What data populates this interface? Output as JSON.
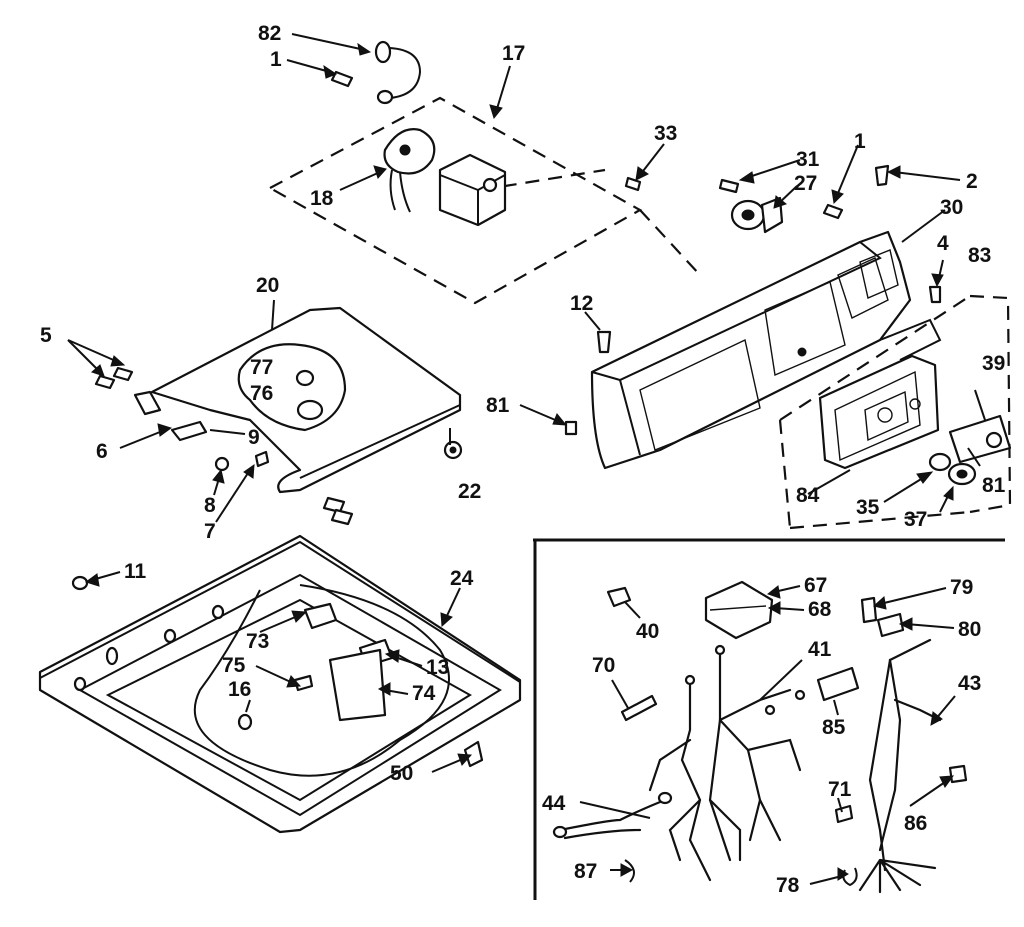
{
  "labels": {
    "l82": "82",
    "l1a": "1",
    "l17": "17",
    "l33": "33",
    "l18": "18",
    "l31": "31",
    "l27": "27",
    "l1b": "1",
    "l2": "2",
    "l30": "30",
    "l4": "4",
    "l83": "83",
    "l12": "12",
    "l39": "39",
    "l81a": "81",
    "l81b": "81",
    "l20": "20",
    "l5": "5",
    "l77": "77",
    "l76": "76",
    "l6": "6",
    "l9": "9",
    "l8": "8",
    "l7": "7",
    "l22": "22",
    "l84": "84",
    "l35": "35",
    "l37": "37",
    "l11": "11",
    "l24": "24",
    "l73": "73",
    "l13": "13",
    "l75": "75",
    "l74": "74",
    "l16": "16",
    "l50": "50",
    "l67": "67",
    "l68": "68",
    "l40": "40",
    "l79": "79",
    "l80": "80",
    "l70": "70",
    "l41": "41",
    "l43": "43",
    "l85": "85",
    "l44": "44",
    "l71": "71",
    "l86": "86",
    "l87": "87",
    "l78": "78"
  }
}
